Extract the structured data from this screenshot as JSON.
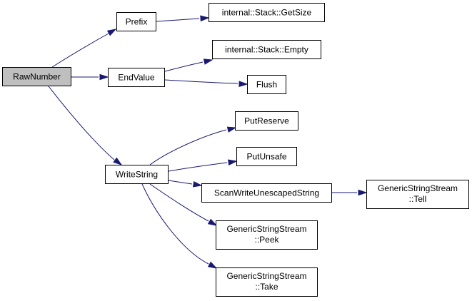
{
  "diagram": {
    "edge_color": "#191970",
    "root_fill": "#bfbfbf",
    "nodes": {
      "rawnumber": {
        "lines": [
          "RawNumber"
        ]
      },
      "prefix": {
        "lines": [
          "Prefix"
        ]
      },
      "endvalue": {
        "lines": [
          "EndValue"
        ]
      },
      "writestring": {
        "lines": [
          "WriteString"
        ]
      },
      "getsize": {
        "lines": [
          "internal::Stack::GetSize"
        ]
      },
      "empty": {
        "lines": [
          "internal::Stack::Empty"
        ]
      },
      "flush": {
        "lines": [
          "Flush"
        ]
      },
      "putreserve": {
        "lines": [
          "PutReserve"
        ]
      },
      "putunsafe": {
        "lines": [
          "PutUnsafe"
        ]
      },
      "scanwrite": {
        "lines": [
          "ScanWriteUnescapedString"
        ]
      },
      "tell": {
        "lines": [
          "GenericStringStream",
          "::Tell"
        ]
      },
      "peek": {
        "lines": [
          "GenericStringStream",
          "::Peek"
        ]
      },
      "take": {
        "lines": [
          "GenericStringStream",
          "::Take"
        ]
      }
    },
    "edges": [
      [
        "rawnumber",
        "prefix"
      ],
      [
        "rawnumber",
        "endvalue"
      ],
      [
        "rawnumber",
        "writestring"
      ],
      [
        "prefix",
        "getsize"
      ],
      [
        "endvalue",
        "empty"
      ],
      [
        "endvalue",
        "flush"
      ],
      [
        "writestring",
        "putreserve"
      ],
      [
        "writestring",
        "putunsafe"
      ],
      [
        "writestring",
        "scanwrite"
      ],
      [
        "writestring",
        "peek"
      ],
      [
        "writestring",
        "take"
      ],
      [
        "scanwrite",
        "tell"
      ]
    ]
  }
}
